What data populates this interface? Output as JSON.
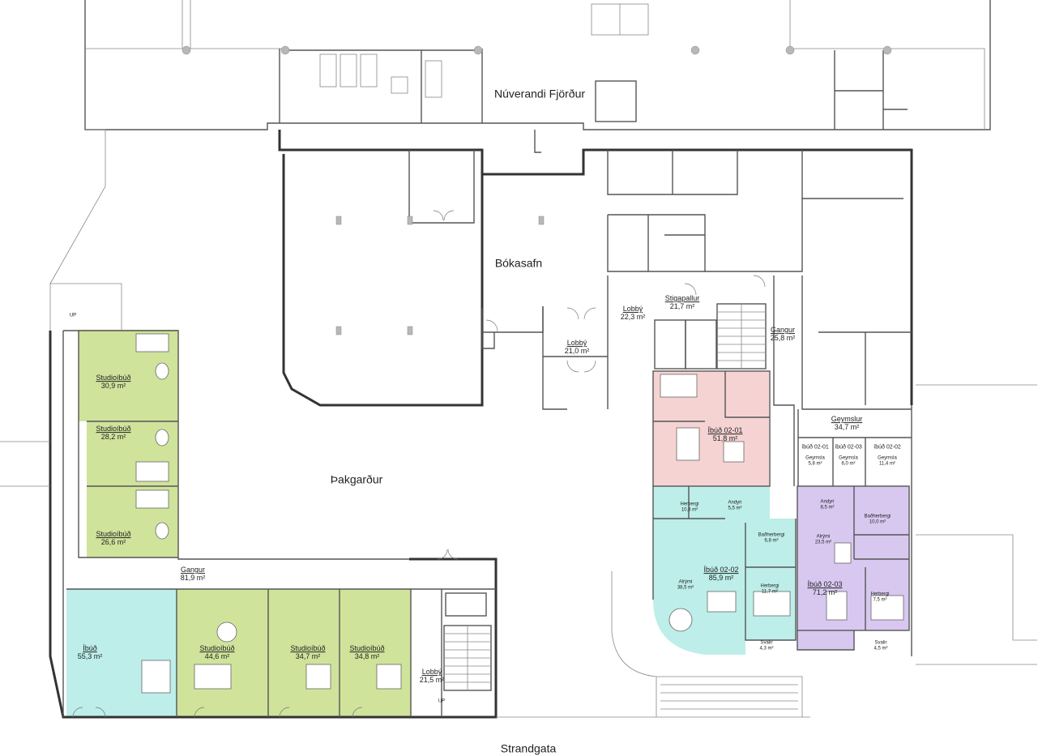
{
  "colors": {
    "green": "#cfe39b",
    "teal": "#bdeee9",
    "pink": "#f6d3d3",
    "purple": "#d8c8f0",
    "wall": "#555555"
  },
  "areas": {
    "nuverandi": "Núverandi Fjörður",
    "bokasafn": "Bókasafn",
    "thakgardur": "Þakgarður",
    "strandgata": "Strandgata"
  },
  "rooms": {
    "lobby_mid": {
      "name": "Lobbý",
      "area": "21,0 m²"
    },
    "lobby_e": {
      "name": "Lobbý",
      "area": "22,3 m²"
    },
    "stigapallur": {
      "name": "Stigapallur",
      "area": "21,7 m²"
    },
    "gangur_e": {
      "name": "Gangur",
      "area": "25,8 m²"
    },
    "geymslur": {
      "name": "Geymslur",
      "area": "34,7 m²"
    },
    "g1": {
      "name": "íbúð 02-01",
      "sub": "Geymsla",
      "area": "5,8 m²"
    },
    "g2": {
      "name": "íbúð 02-03",
      "sub": "Geymsla",
      "area": "6,0 m²"
    },
    "g3": {
      "name": "íbúð 02-02",
      "sub": "Geymsla",
      "area": "11,4 m²"
    },
    "ibud0201": {
      "name": "Íbúð 02-01",
      "area": "51,8 m²"
    },
    "ibud0202": {
      "name": "Íbúð 02-02",
      "area": "85,9 m²"
    },
    "ibud0203": {
      "name": "Íbúð 02-03",
      "area": "71,2 m²"
    },
    "s1": {
      "name": "Studioíbúð",
      "area": "30,9 m²"
    },
    "s2": {
      "name": "Studioíbúð",
      "area": "28,2 m²"
    },
    "s3": {
      "name": "Studioíbúð",
      "area": "26,6 m²"
    },
    "gangur_s": {
      "name": "Gangur",
      "area": "81,9 m²"
    },
    "ibud_sw": {
      "name": "Íbúð",
      "area": "55,3 m²"
    },
    "s4": {
      "name": "Studioíbúð",
      "area": "44,6 m²"
    },
    "s5": {
      "name": "Studioíbúð",
      "area": "34,7 m²"
    },
    "s6": {
      "name": "Studioíbúð",
      "area": "34,8 m²"
    },
    "lobby_s": {
      "name": "Lobbý",
      "area": "21,5 m²"
    },
    "h02_1": {
      "name": "Herbergi",
      "area": "10,8 m²"
    },
    "a02_1": {
      "name": "Andyri",
      "area": "5,5 m²"
    },
    "b02_2": {
      "name": "Baðherbergi",
      "area": "6,8 m²"
    },
    "al02_2": {
      "name": "Alrými",
      "area": "38,5 m²"
    },
    "h02_2": {
      "name": "Herbergi",
      "area": "11,7 m²"
    },
    "sv02_2": {
      "name": "Svalir",
      "area": "4,3 m²"
    },
    "a03": {
      "name": "Andyri",
      "area": "8,5 m²"
    },
    "b03": {
      "name": "Baðherbergi",
      "area": "10,0 m²"
    },
    "al03": {
      "name": "Alrými",
      "area": "23,5 m²"
    },
    "h03": {
      "name": "Herbergi",
      "area": "7,5 m²"
    },
    "sv03": {
      "name": "Svalir",
      "area": "4,5 m²"
    }
  },
  "markers": {
    "up": "UP",
    "up2": "UP"
  }
}
